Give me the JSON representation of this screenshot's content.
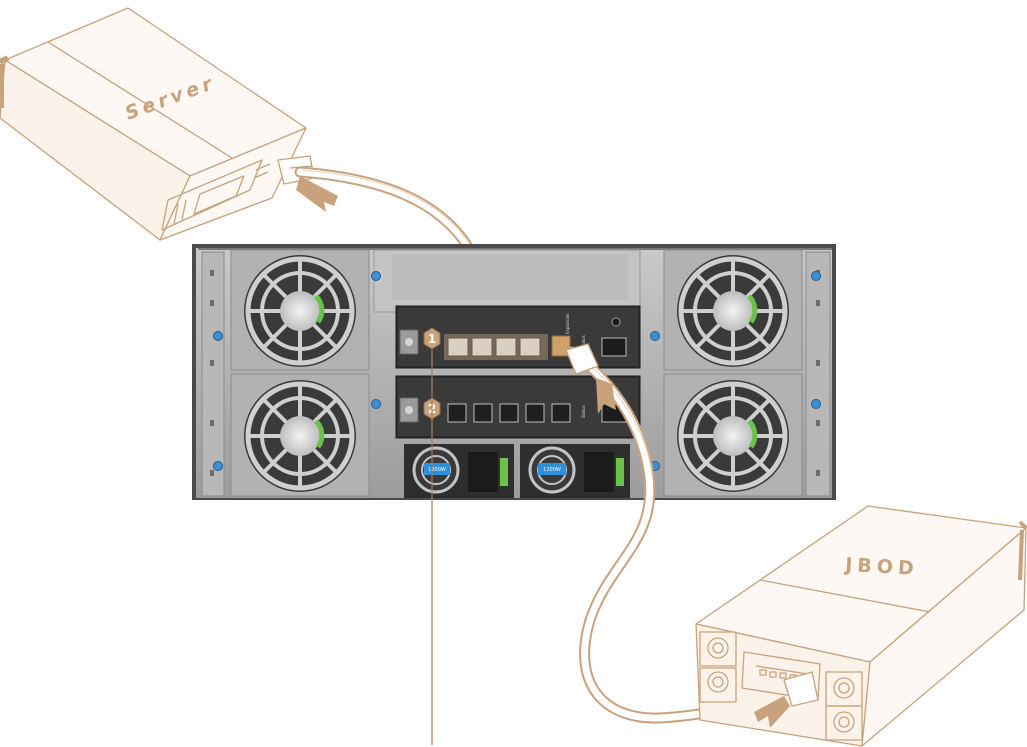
{
  "server": {
    "label": "Server"
  },
  "jbod": {
    "label": "JBOD"
  },
  "expander_modules": [
    {
      "number": "1",
      "ports": 4,
      "status_text": "Status",
      "extra_text": "Expansion"
    },
    {
      "number": "2",
      "ports": 5,
      "status_text": "Status",
      "extra_text": ""
    }
  ],
  "power_supplies": [
    {
      "rating": "1200W"
    },
    {
      "rating": "1200W"
    }
  ],
  "colors": {
    "accent": "#c8a27c",
    "chassis": "#b4b4b4",
    "chassis_dark": "#4a4a4a",
    "fan_frame": "#a8a8a8",
    "psu_label": "#2f8fd8",
    "latch_green": "#6ac24a"
  }
}
